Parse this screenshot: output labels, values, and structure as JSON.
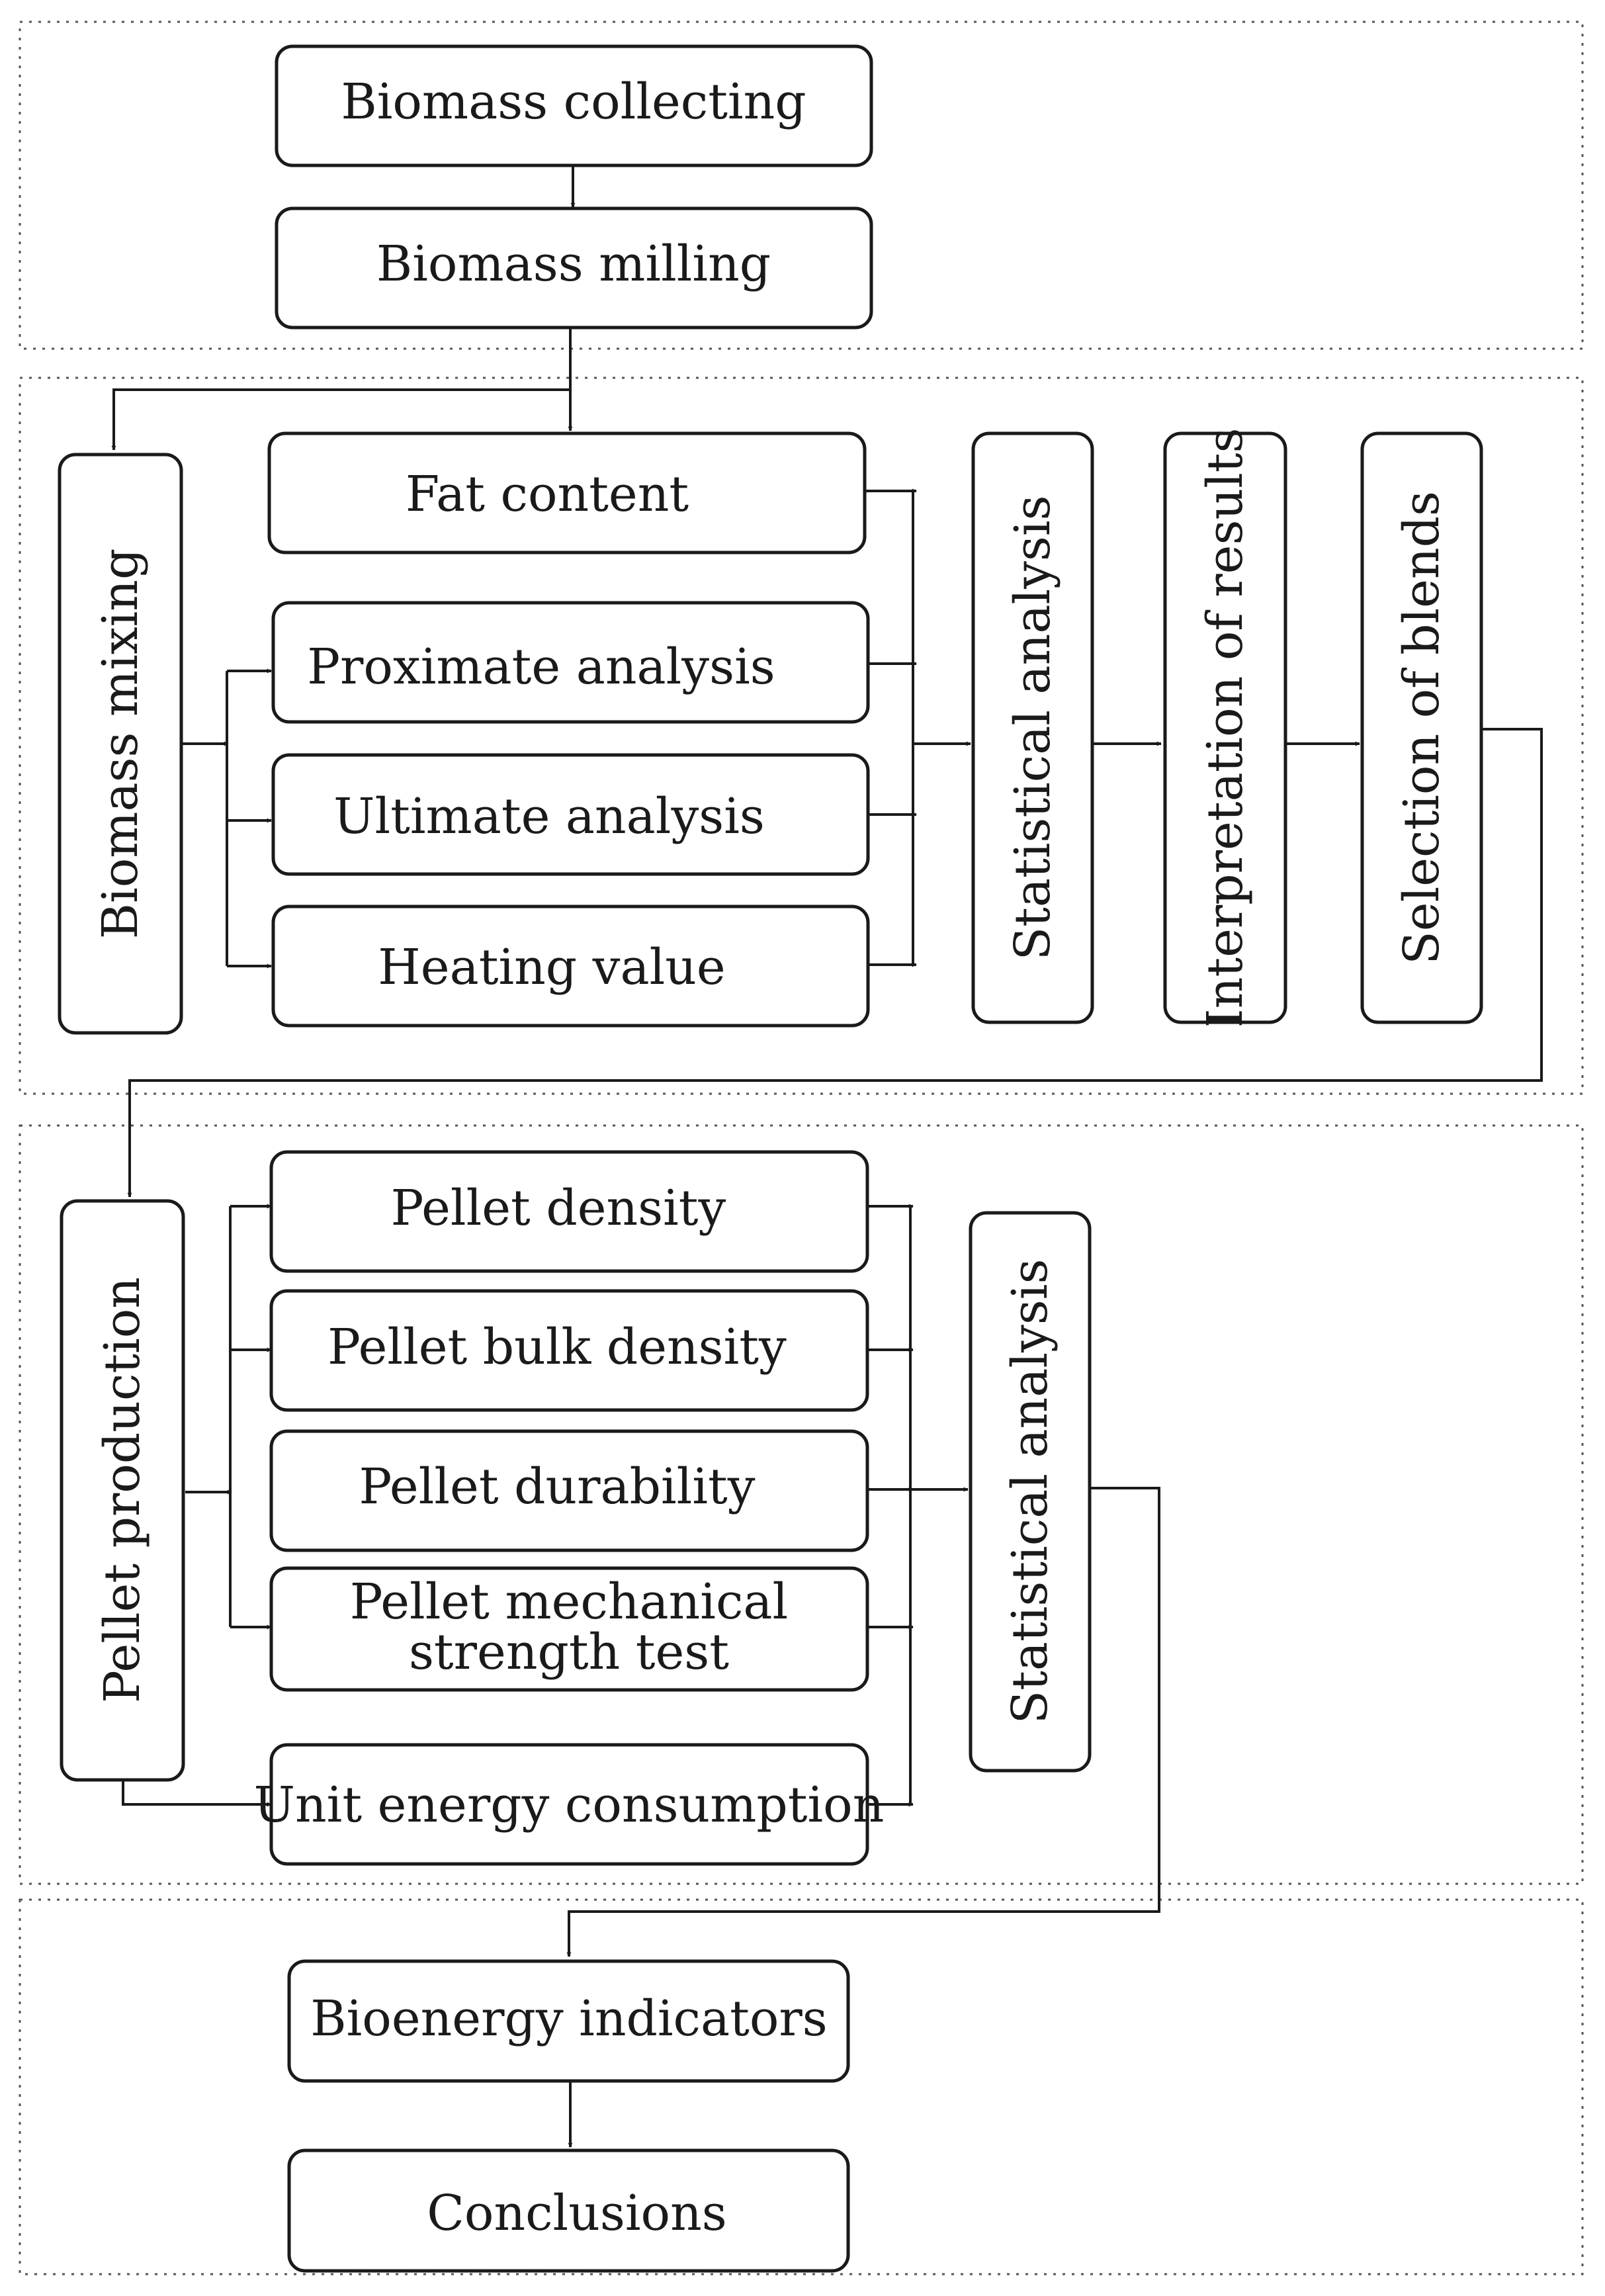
{
  "nodes": {
    "biomass_collecting": "Biomass collecting",
    "biomass_milling": "Biomass milling",
    "biomass_mixing": "Biomass mixing",
    "fat_content": "Fat content",
    "proximate_analysis": "Proximate analysis",
    "ultimate_analysis": "Ultimate analysis",
    "heating_value": "Heating value",
    "statistical_analysis_1": "Statistical analysis",
    "interpretation_of_results": "Interpretation of results",
    "selection_of_blends": "Selection of blends",
    "pellet_production": "Pellet production",
    "pellet_density": "Pellet density",
    "pellet_bulk_density": "Pellet bulk density",
    "pellet_durability": "Pellet durability",
    "pellet_mechanical_line1": "Pellet mechanical",
    "pellet_mechanical_line2": "strength test",
    "unit_energy_consumption": "Unit energy consumption",
    "statistical_analysis_2": "Statistical analysis",
    "bioenergy_indicators": "Bioenergy indicators",
    "conclusions": "Conclusions"
  }
}
